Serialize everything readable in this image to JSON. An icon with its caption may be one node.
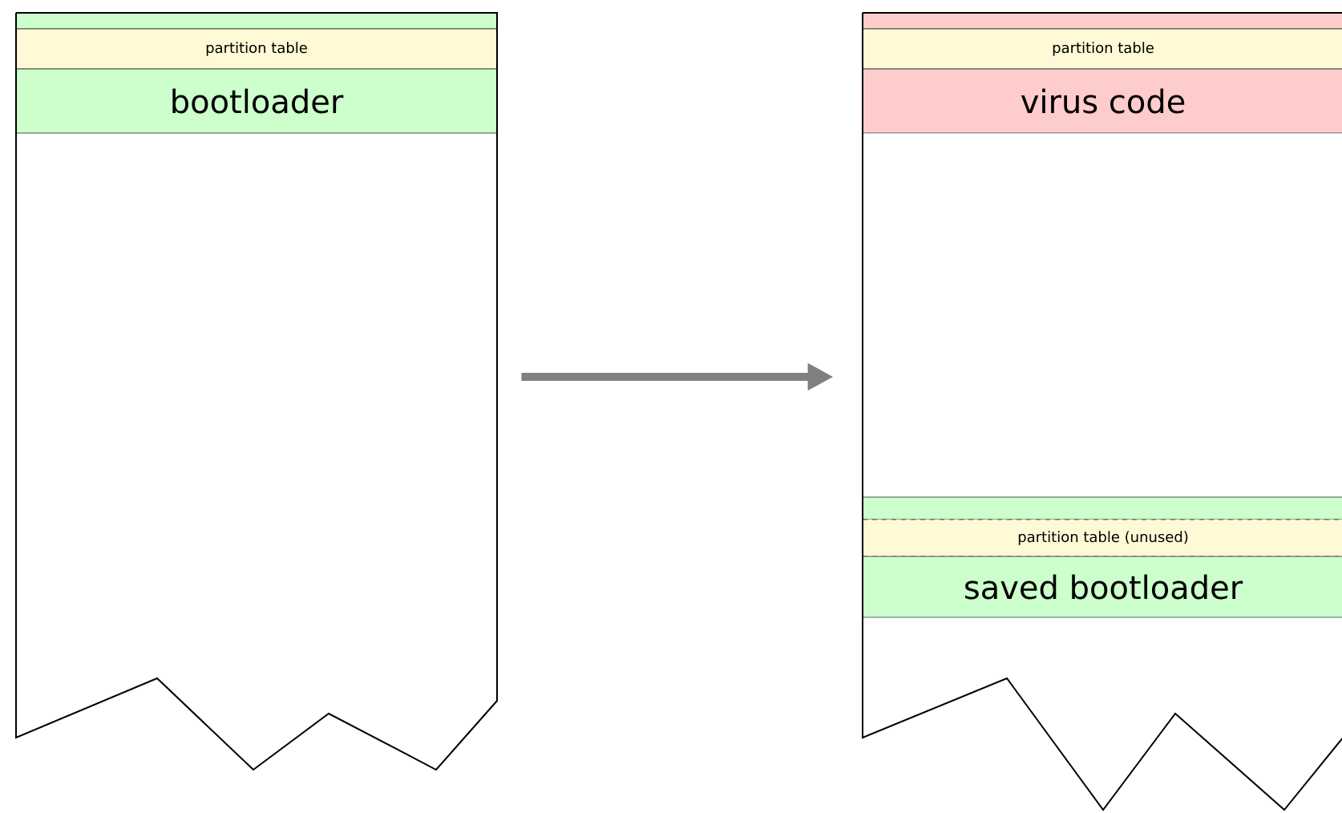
{
  "diagram": {
    "nodes": [
      {
        "text": [],
        "shape": "box"
      },
      {
        "text": [],
        "shape": "bar",
        "in": 0
      },
      {
        "text": [
          "partition table"
        ],
        "in": 0
      },
      {
        "text": [
          "bootloader"
        ],
        "in": 0
      },
      {
        "text": [],
        "shape": "box"
      },
      {
        "text": [],
        "shape": "bar",
        "in": 4
      },
      {
        "text": [
          "partition table"
        ],
        "in": 4
      },
      {
        "text": [
          "virus code"
        ],
        "in": 4
      },
      {
        "text": [],
        "shape": "bar",
        "in": 4
      },
      {
        "text": [
          "partition table (unused)"
        ],
        "in": 4
      },
      {
        "text": [
          "saved bootloader"
        ],
        "in": 4
      }
    ],
    "edges": [
      {
        "from": 0,
        "to": 4,
        "arrow": "to"
      }
    ]
  }
}
